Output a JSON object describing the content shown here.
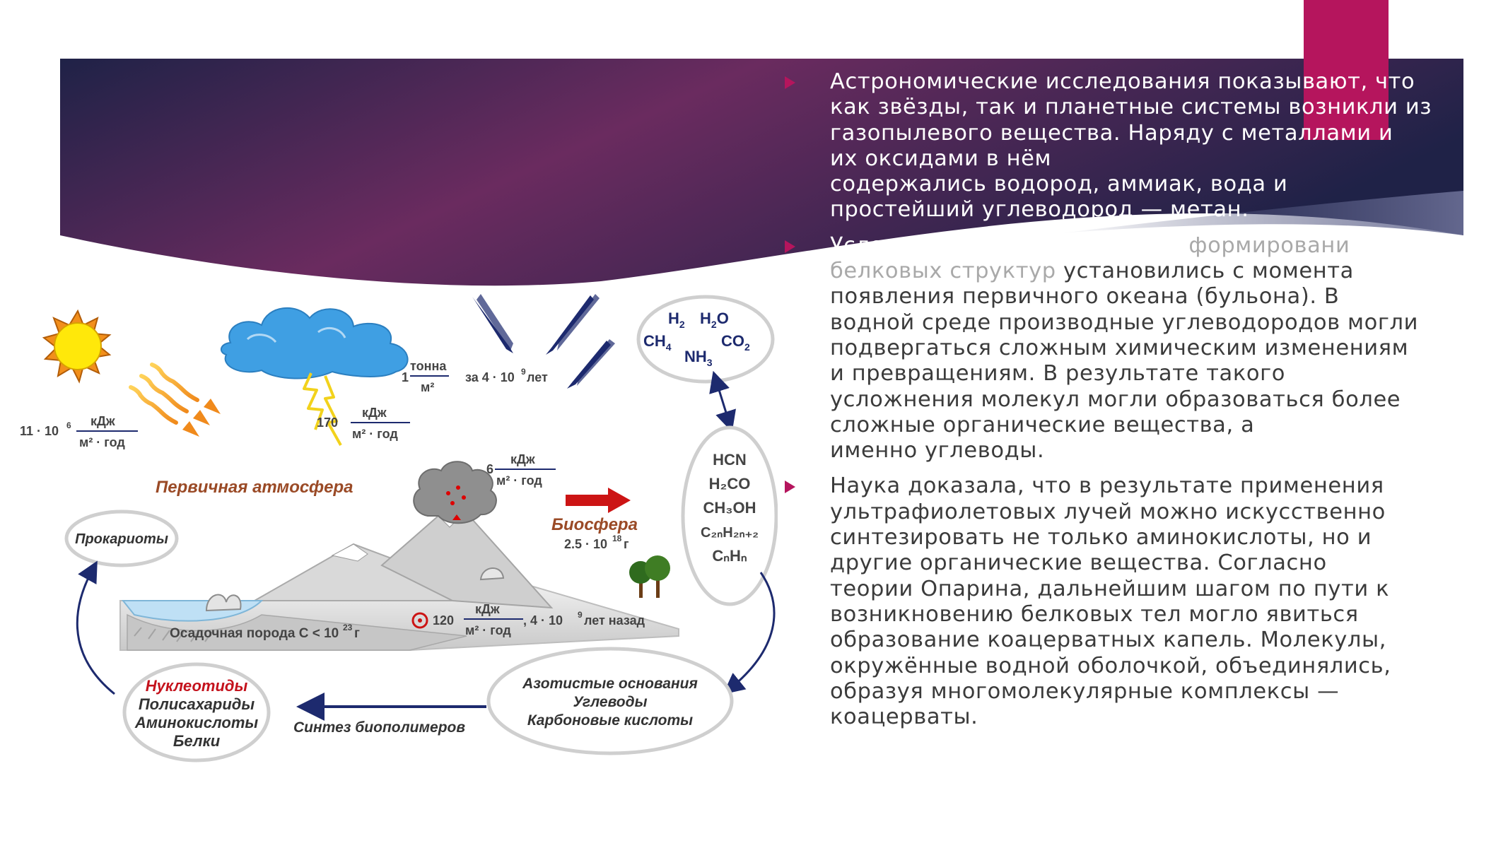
{
  "slide": {
    "accent_color": "#b5155d",
    "banner_gradient": [
      "#1f2247",
      "#6a2b5f"
    ]
  },
  "bullets": [
    {
      "lines": [
        "Астрономические исследования показывают, что",
        "как звёзды, так и планетные системы возникли из",
        "газопылевого вещества. Наряду с металлами и",
        "их оксидами в нём",
        "содержались водород, аммиак, вода и",
        "простейший углеводород — метан."
      ]
    },
    {
      "line1_main": "Условия для начала процесса ",
      "line1_faded": "формировани",
      "line2_faded": "белковых структур",
      "line2_main": " установились с момента",
      "lines": [
        "появления первичного океана (бульона). В",
        "водной среде производные углеводородов могли",
        "подвергаться сложным химическим изменениям",
        "и превращениям. В результате такого",
        "усложнения молекул могли образоваться более",
        "сложные органические вещества, а",
        "именно углеводы."
      ]
    },
    {
      "lines": [
        "Наука доказала, что в результате применения",
        "ультрафиолетовых лучей можно искусственно",
        "синтезировать не только аминокислоты, но и",
        "другие органические вещества. Согласно",
        "теории Опарина, дальнейшим шагом по пути к",
        "возникновению белковых тел могло явиться",
        "образование коацерватных капель. Молекулы,",
        "окружённые водной оболочкой, объединялись,",
        "образуя многомолекулярные комплексы —",
        "коацерваты."
      ]
    }
  ],
  "diagram": {
    "sun_energy": {
      "value": "11 · 10",
      "exp": "6",
      "unit_top": "кДж",
      "unit_bottom": "м² · год"
    },
    "lightning_energy": {
      "value": "170",
      "unit_top": "кДж",
      "unit_bottom": "м² · год"
    },
    "meteor_mass": {
      "value": "1",
      "unit_top": "тонна",
      "unit_bottom": "м²",
      "period": "за 4 · 10",
      "period_exp": "9",
      "period_unit": " лет"
    },
    "gases": {
      "h2": "H",
      "h2o": "H",
      "ch4": "CH",
      "co2": "CO",
      "nh3": "NH"
    },
    "volcano_energy": {
      "value": "6",
      "unit_top": "кДж",
      "unit_bottom": "м² · год"
    },
    "atmosphere_label": "Первичная атмосфера",
    "biosphere": {
      "label": "Биосфера",
      "mass": "2.5 · 10",
      "mass_exp": "18",
      "mass_unit": " г"
    },
    "organics": [
      "HCN",
      "H₂CO",
      "CH₃OH",
      "C₂ₙH₂ₙ₊₂",
      "CₙHₙ"
    ],
    "prokaryotes_label": "Прокариоты",
    "sediment": {
      "label": "Осадочная порода C < 10",
      "exp": "23",
      "unit": " г"
    },
    "radioactive": {
      "value": "120",
      "unit_top": "кДж",
      "unit_bottom": "м² · год",
      "period": ", 4 · 10",
      "period_exp": "9",
      "period_unit": " лет назад"
    },
    "biopolymers": [
      "Нуклеотиды",
      "Полисахариды",
      "Аминокислоты",
      "Белки"
    ],
    "synthesis_label": "Синтез биополимеров",
    "bases": [
      "Азотистые основания",
      "Углеводы",
      "Карбоновые кислоты"
    ]
  }
}
